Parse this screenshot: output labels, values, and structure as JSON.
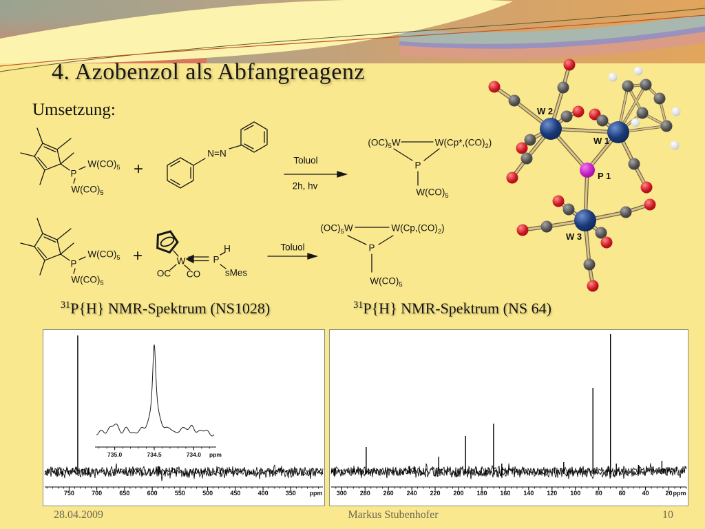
{
  "slide": {
    "title": "4. Azobenzol als Abfangreagenz",
    "subtitle": "Umsetzung:",
    "footer": {
      "date": "28.04.2009",
      "author": "Markus Stubenhofer",
      "page": "10"
    }
  },
  "colors": {
    "background": "#F9E88E",
    "cream_wave": "#FCF3AE",
    "band_teal": "#A8B8AE",
    "band_lavender": "#9A92BE",
    "band_salmon": "#DB9C85",
    "gradient_left_top": "#9CA594",
    "gradient_left_bottom": "#D8755C",
    "gradient_right": "#E2A55C",
    "accent_line_olive": "#5A5A28",
    "accent_line_red": "#C0511F",
    "atom_tungsten": "#1A3A7A",
    "atom_phosphorus": "#C11BC1",
    "atom_carbon": "#505050",
    "atom_oxygen": "#CC1522",
    "atom_hydrogen": "#E0E0E0"
  },
  "scheme": {
    "plus": "+",
    "row1": {
      "reactant1": {
        "p": "P",
        "w_top": "W(CO)_5_",
        "w_bottom": "W(CO)_5_"
      },
      "reactant2": {
        "azo": "N=N"
      },
      "arrow": {
        "top": "Toluol",
        "bottom": "2h, hv"
      },
      "product": {
        "left": "(OC)_5_W",
        "right": "W(Cp*,(CO)_2_)",
        "p": "P",
        "bottom": "W(CO)_5_"
      }
    },
    "row2": {
      "reactant1": {
        "p": "P",
        "w_top": "W(CO)_5_",
        "w_bottom": "W(CO)_5_"
      },
      "reactant2": {
        "w": "W",
        "oc": "OC",
        "co": "CO",
        "p": "P",
        "h": "H",
        "smes": "sMes"
      },
      "arrow": {
        "top": "Toluol"
      },
      "product": {
        "left": "(OC)_5_W",
        "right": "W(Cp,(CO)_2_)",
        "p": "P",
        "bottom": "W(CO)_5_"
      }
    }
  },
  "molecule": {
    "labels": [
      "W 2",
      "W 1",
      "P 1",
      "W 3"
    ]
  },
  "chart_data": [
    {
      "type": "line",
      "title": "^31^P{H} NMR-Spektrum (NS1028)",
      "xlabel": "ppm",
      "xlim": [
        794,
        292
      ],
      "x_major_ticks": [
        750,
        700,
        650,
        600,
        550,
        500,
        450,
        400,
        350
      ],
      "minor_tick_step": 10,
      "noise_band": true,
      "peaks": [
        {
          "ppm": 734.5,
          "rel_height": 1.0
        }
      ],
      "inset": {
        "xlim": [
          735.25,
          733.75
        ],
        "x_major_ticks": [
          735.0,
          734.5,
          734.0
        ],
        "minor_tick_step": 0.1,
        "xlabel": "ppm",
        "peak_ppm": 734.5
      }
    },
    {
      "type": "line",
      "title": "^31^P{H} NMR-Spektrum (NS 64)",
      "xlabel": "ppm",
      "xlim": [
        309,
        5
      ],
      "x_major_ticks": [
        300,
        280,
        260,
        240,
        220,
        200,
        180,
        160,
        140,
        120,
        100,
        80,
        60,
        40,
        20
      ],
      "minor_tick_step": 5,
      "noise_band": true,
      "peaks": [
        {
          "ppm": 279,
          "rel_height": 0.18
        },
        {
          "ppm": 238,
          "rel_height": 0.04
        },
        {
          "ppm": 217,
          "rel_height": 0.11
        },
        {
          "ppm": 194,
          "rel_height": 0.26
        },
        {
          "ppm": 170,
          "rel_height": 0.35
        },
        {
          "ppm": 163,
          "rel_height": 0.06
        },
        {
          "ppm": 110,
          "rel_height": 0.07
        },
        {
          "ppm": 85,
          "rel_height": 0.61
        },
        {
          "ppm": 70,
          "rel_height": 1.0
        },
        {
          "ppm": 65,
          "rel_height": 0.06
        },
        {
          "ppm": 46,
          "rel_height": 0.05
        },
        {
          "ppm": 26,
          "rel_height": 0.08
        }
      ]
    }
  ]
}
